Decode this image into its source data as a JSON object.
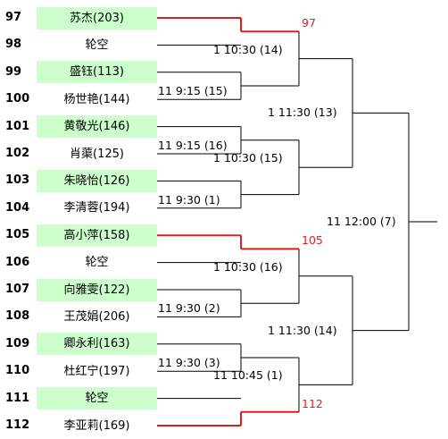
{
  "colors": {
    "highlight": "#ccffcc",
    "advance_line": "#e02020",
    "line": "#000000"
  },
  "slots": [
    {
      "seed": "97",
      "name": "苏杰(203)",
      "highlight": true
    },
    {
      "seed": "98",
      "name": "轮空",
      "highlight": false
    },
    {
      "seed": "99",
      "name": "盛钰(113)",
      "highlight": true
    },
    {
      "seed": "100",
      "name": "杨世艳(144)",
      "highlight": false
    },
    {
      "seed": "101",
      "name": "黄敬光(146)",
      "highlight": true
    },
    {
      "seed": "102",
      "name": "肖蕖(125)",
      "highlight": false
    },
    {
      "seed": "103",
      "name": "朱晓怡(126)",
      "highlight": true
    },
    {
      "seed": "104",
      "name": "李清蓉(194)",
      "highlight": false
    },
    {
      "seed": "105",
      "name": "高小萍(158)",
      "highlight": true
    },
    {
      "seed": "106",
      "name": "轮空",
      "highlight": false
    },
    {
      "seed": "107",
      "name": "向雅雯(122)",
      "highlight": true
    },
    {
      "seed": "108",
      "name": "王茂娟(206)",
      "highlight": false
    },
    {
      "seed": "109",
      "name": "卿永利(163)",
      "highlight": true
    },
    {
      "seed": "110",
      "name": "杜红宁(197)",
      "highlight": false
    },
    {
      "seed": "111",
      "name": "轮空",
      "highlight": true
    },
    {
      "seed": "112",
      "name": "李亚莉(169)",
      "highlight": false
    }
  ],
  "round1": [
    {
      "label": "97"
    },
    {
      "label": "11 9:15 (15)"
    },
    {
      "label": "11 9:15 (16)"
    },
    {
      "label": "11 9:30 (1)"
    },
    {
      "label": "105"
    },
    {
      "label": "11 9:30 (2)"
    },
    {
      "label": "11 9:30 (3)"
    },
    {
      "label": "112"
    }
  ],
  "round2": [
    {
      "label": "1 10:30 (14)"
    },
    {
      "label": "1 10:30 (15)"
    },
    {
      "label": "1 10:30 (16)"
    },
    {
      "label": "11 10:45 (1)"
    }
  ],
  "round3": [
    {
      "label": "1 11:30 (13)"
    },
    {
      "label": "1 11:30 (14)"
    }
  ],
  "final": {
    "label": "11 12:00 (7)"
  }
}
